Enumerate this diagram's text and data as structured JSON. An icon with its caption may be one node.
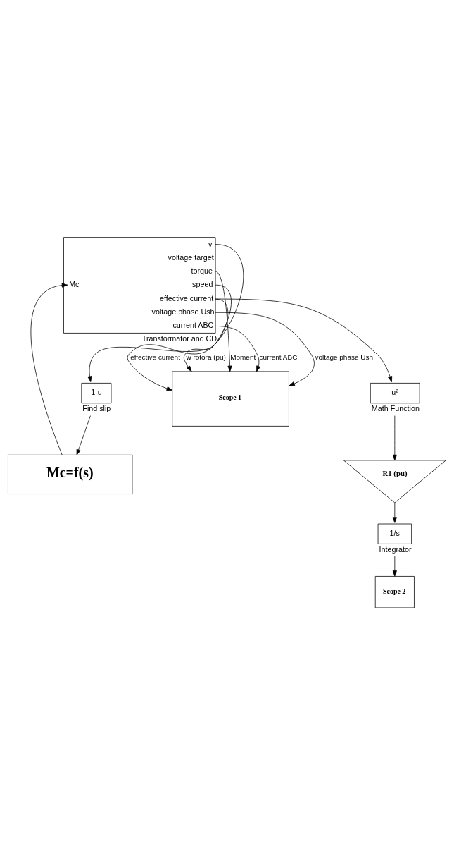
{
  "diagram": {
    "nodes": [
      {
        "text": [
          "u²"
        ],
        "beside": [
          "Math Function"
        ]
      },
      {
        "text": [
          "R1 (pu)"
        ]
      },
      {
        "text": [
          "1/s"
        ],
        "beside": [
          "Integrator"
        ]
      },
      {
        "text": [
          "Scope 2"
        ]
      },
      {
        "text": [
          "Scope 1"
        ]
      },
      {
        "text": [
          "Mc=f(s)"
        ]
      },
      {
        "text": [
          "1-u"
        ],
        "beside": [
          "Find slip"
        ]
      },
      {
        "text": [
          "v",
          "voltage target",
          "torque",
          "speed",
          "effective current",
          "voltage phase Ush",
          "current ABC",
          "Mc",
          "Transformator and CD"
        ]
      }
    ],
    "edges": [
      {
        "from": 7,
        "to": 4,
        "arrow": "to",
        "label": "Moment"
      },
      {
        "from": 7,
        "to": 4,
        "arrow": "to",
        "label": "w rotora (pu)"
      },
      {
        "from": 7,
        "to": 4,
        "arrow": "to",
        "label": "effective current"
      },
      {
        "from": 7,
        "to": 4,
        "arrow": "to",
        "label": "voltage phase Ush"
      },
      {
        "from": 7,
        "to": 4,
        "arrow": "to",
        "label": "current ABC"
      },
      {
        "from": 7,
        "to": 0,
        "arrow": "to"
      },
      {
        "from": 0,
        "to": 1,
        "arrow": "to"
      },
      {
        "from": 1,
        "to": 2,
        "arrow": "to"
      },
      {
        "from": 2,
        "to": 3,
        "arrow": "to"
      },
      {
        "from": 7,
        "to": 6,
        "arrow": "to"
      },
      {
        "from": 6,
        "to": 5,
        "arrow": "to"
      },
      {
        "from": 5,
        "to": 7,
        "arrow": "to"
      }
    ]
  }
}
